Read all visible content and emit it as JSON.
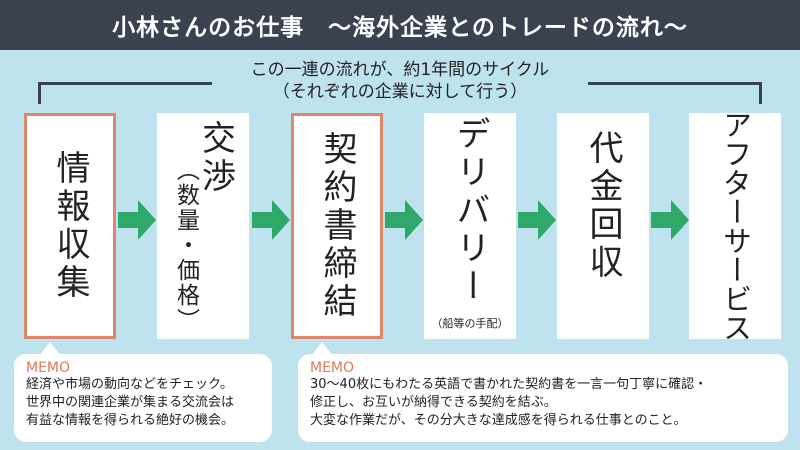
{
  "title": "小林さんのお仕事　～海外企業とのトレードの流れ～",
  "cycle": {
    "line1": "この一連の流れが、約1年間のサイクル",
    "line2": "（それぞれの企業に対して行う）"
  },
  "steps": [
    {
      "label": "情報収集",
      "sub": "",
      "note": "",
      "highlighted": true
    },
    {
      "label": "交渉",
      "sub": "（数量・価格）",
      "note": "",
      "highlighted": false
    },
    {
      "label": "契約書締結",
      "sub": "",
      "note": "",
      "highlighted": true
    },
    {
      "label": "デリバリー",
      "sub": "",
      "note": "（船等の手配）",
      "highlighted": false
    },
    {
      "label": "代金回収",
      "sub": "",
      "note": "",
      "highlighted": false
    },
    {
      "label": "アフターサービス",
      "sub": "",
      "note": "",
      "highlighted": false
    }
  ],
  "memos": [
    {
      "title": "MEMO",
      "lines": [
        "経済や市場の動向などをチェック。",
        "世界中の関連企業が集まる交流会は",
        "有益な情報を得られる絶好の機会。"
      ]
    },
    {
      "title": "MEMO",
      "lines": [
        "30～40枚にもわたる英語で書かれた契約書を一言一句丁寧に確認・",
        "修正し、お互いが納得できる契約を結ぶ。",
        "大変な作業だが、その分大きな達成感を得られる仕事とのこと。"
      ]
    }
  ],
  "colors": {
    "background": "#bfe2ef",
    "header": "#3a4250",
    "highlight_border": "#e0876a",
    "arrow": "#2fa86a",
    "memo_title": "#e07a55"
  }
}
